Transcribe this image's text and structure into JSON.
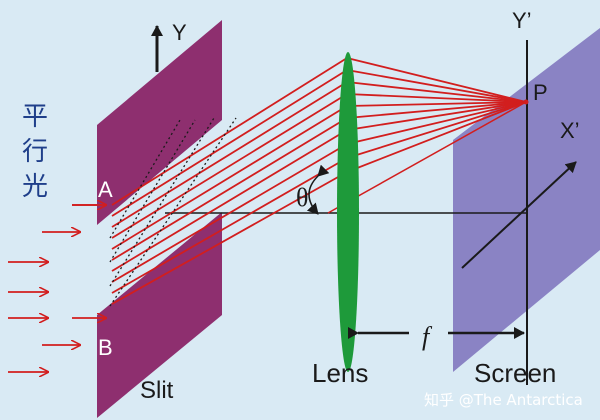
{
  "labels": {
    "y_axis": "Y",
    "y_prime": "Y’",
    "x_prime": "X’",
    "point_p": "P",
    "edge_a": "A",
    "edge_b": "B",
    "slit": "Slit",
    "lens": "Lens",
    "screen": "Screen",
    "angle": "θ",
    "focal": "f",
    "parallel_light_1": "平",
    "parallel_light_2": "行",
    "parallel_light_3": "光"
  },
  "watermark": "知乎 @The Antarctica",
  "colors": {
    "background": "#d9eaf4",
    "slit_plate": "#8e2f6f",
    "lens": "#1e9a3a",
    "screen": "#8a83c4",
    "rays": "#d21e1e",
    "axis": "#1a1a1a",
    "chinese_text": "#1f3f8a"
  }
}
